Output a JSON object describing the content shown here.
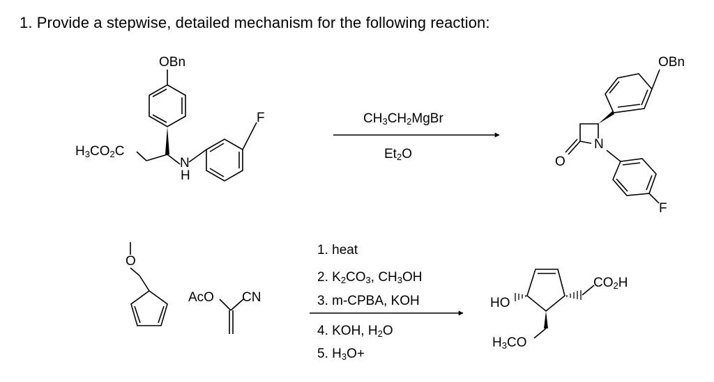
{
  "question": {
    "number": "1.",
    "text": "Provide a stepwise, detailed mechanism for the following reaction:"
  },
  "reaction1": {
    "reactant": {
      "obn": "OBn",
      "ester": {
        "h": "H",
        "s1": "3",
        "mid": "CO",
        "s2": "2",
        "end": "C"
      },
      "n": "N",
      "h": "H",
      "f": "F"
    },
    "reagent_above": {
      "a": "CH",
      "a_s": "3",
      "b": "CH",
      "b_s": "2",
      "c": "MgBr"
    },
    "reagent_below": {
      "a": "Et",
      "a_s": "2",
      "b": "O"
    },
    "product": {
      "obn": "OBn",
      "n": "N",
      "o": "O",
      "f": "F"
    }
  },
  "reaction2": {
    "reactant1": {
      "o": "O"
    },
    "reactant2": {
      "aco": "AcO",
      "cn": "CN"
    },
    "steps": {
      "s1": "1. heat",
      "s2": {
        "a": "2. K",
        "a_s": "2",
        "b": "CO",
        "b_s": "3",
        "c": ", CH",
        "c_s": "3",
        "d": "OH"
      },
      "s3": "3. m-CPBA, KOH",
      "s4": {
        "a": "4. KOH, H",
        "a_s": "2",
        "b": "O"
      },
      "s5": {
        "a": "5. H",
        "a_s": "3",
        "b": "O+"
      }
    },
    "product": {
      "ho": "HO",
      "co2h": {
        "a": "CO",
        "a_s": "2",
        "b": "H"
      },
      "h3co": {
        "a": "H",
        "a_s": "3",
        "b": "CO"
      }
    }
  }
}
